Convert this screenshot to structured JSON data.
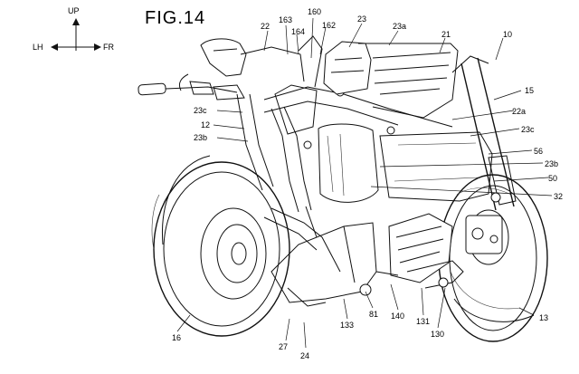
{
  "figure": {
    "title": "FIG.14",
    "direction_labels": {
      "up": "UP",
      "left": "LH",
      "right": "FR"
    }
  },
  "references": [
    {
      "id": "ref-10",
      "text": "10"
    },
    {
      "id": "ref-12",
      "text": "12"
    },
    {
      "id": "ref-13",
      "text": "13"
    },
    {
      "id": "ref-15",
      "text": "15"
    },
    {
      "id": "ref-16",
      "text": "16"
    },
    {
      "id": "ref-21",
      "text": "21"
    },
    {
      "id": "ref-22",
      "text": "22"
    },
    {
      "id": "ref-22a",
      "text": "22a"
    },
    {
      "id": "ref-23",
      "text": "23"
    },
    {
      "id": "ref-23a",
      "text": "23a"
    },
    {
      "id": "ref-23b-left",
      "text": "23b"
    },
    {
      "id": "ref-23b-right",
      "text": "23b"
    },
    {
      "id": "ref-23c-left",
      "text": "23c"
    },
    {
      "id": "ref-23c-right",
      "text": "23c"
    },
    {
      "id": "ref-24",
      "text": "24"
    },
    {
      "id": "ref-27",
      "text": "27"
    },
    {
      "id": "ref-32",
      "text": "32"
    },
    {
      "id": "ref-50",
      "text": "50"
    },
    {
      "id": "ref-56",
      "text": "56"
    },
    {
      "id": "ref-81",
      "text": "81"
    },
    {
      "id": "ref-130",
      "text": "130"
    },
    {
      "id": "ref-131",
      "text": "131"
    },
    {
      "id": "ref-133",
      "text": "133"
    },
    {
      "id": "ref-140",
      "text": "140"
    },
    {
      "id": "ref-160",
      "text": "160"
    },
    {
      "id": "ref-162",
      "text": "162"
    },
    {
      "id": "ref-163",
      "text": "163"
    },
    {
      "id": "ref-164",
      "text": "164"
    }
  ]
}
